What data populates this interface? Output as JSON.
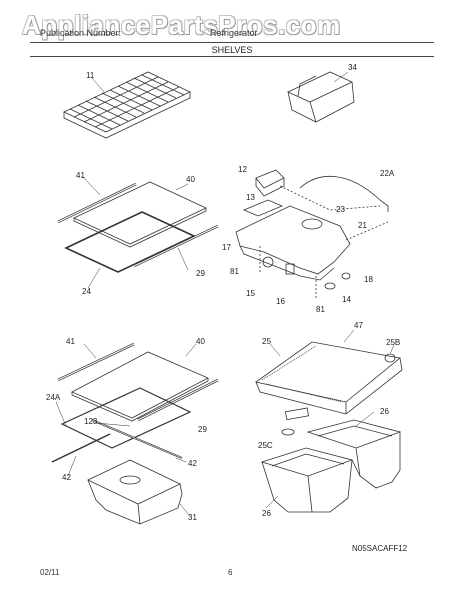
{
  "watermark": "AppliancePartsPros.com",
  "header": {
    "publication_label": "Publication Number:",
    "model_label": "Refrigerator",
    "section_title": "SHELVES"
  },
  "callouts": {
    "c11": "11",
    "c34": "34",
    "c41a": "41",
    "c40a": "40",
    "c12": "12",
    "c22a": "22A",
    "c13": "13",
    "c23": "23",
    "c21": "21",
    "c17": "17",
    "c29a": "29",
    "c81a": "81",
    "c18": "18",
    "c24": "24",
    "c15": "15",
    "c16": "16",
    "c14": "14",
    "c81b": "81",
    "c41b": "41",
    "c40b": "40",
    "c25": "25",
    "c47": "47",
    "c25b": "25B",
    "c24a": "24A",
    "c123": "123",
    "c29b": "29",
    "c26a": "26",
    "c25c": "25C",
    "c42a": "42",
    "c42b": "42",
    "c26b": "26",
    "c31": "31"
  },
  "diagram_code": "N05SACAFF12",
  "footer": {
    "date": "02/11",
    "page": "6"
  }
}
